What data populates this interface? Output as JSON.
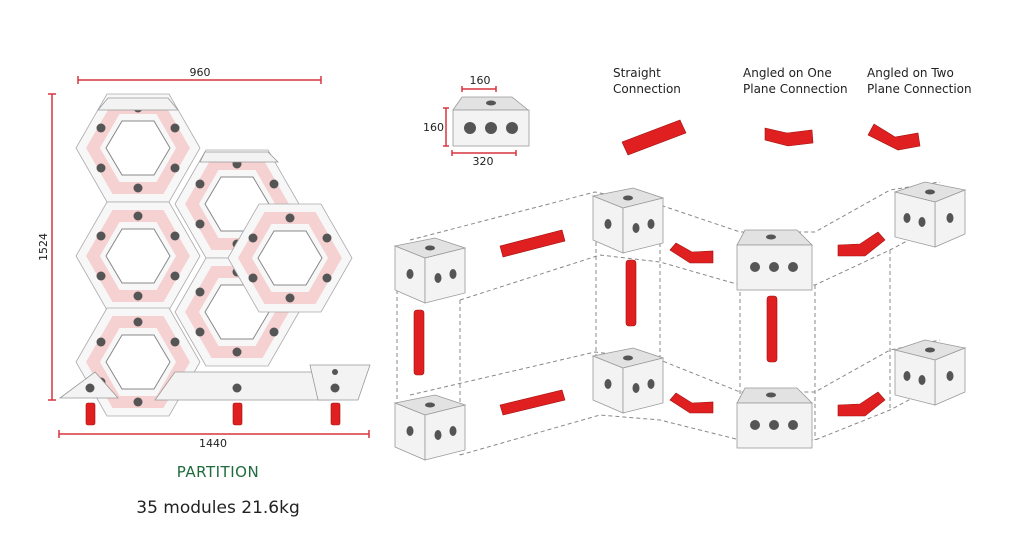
{
  "partition": {
    "width_top": "960",
    "height": "1524",
    "width_bottom": "1440",
    "title": "PARTITION",
    "summary": "35 modules  21.6kg"
  },
  "module": {
    "top_width": "160",
    "height": "160",
    "bottom_width": "320"
  },
  "connectors": [
    {
      "line1": "Straight",
      "line2": "Connection"
    },
    {
      "line1": "Angled on One",
      "line2": "Plane Connection"
    },
    {
      "line1": "Angled on Two",
      "line2": "Plane Connection"
    }
  ],
  "colors": {
    "accent": "#e02020",
    "title": "#1e6b3c",
    "dimension": "#d9343f"
  }
}
